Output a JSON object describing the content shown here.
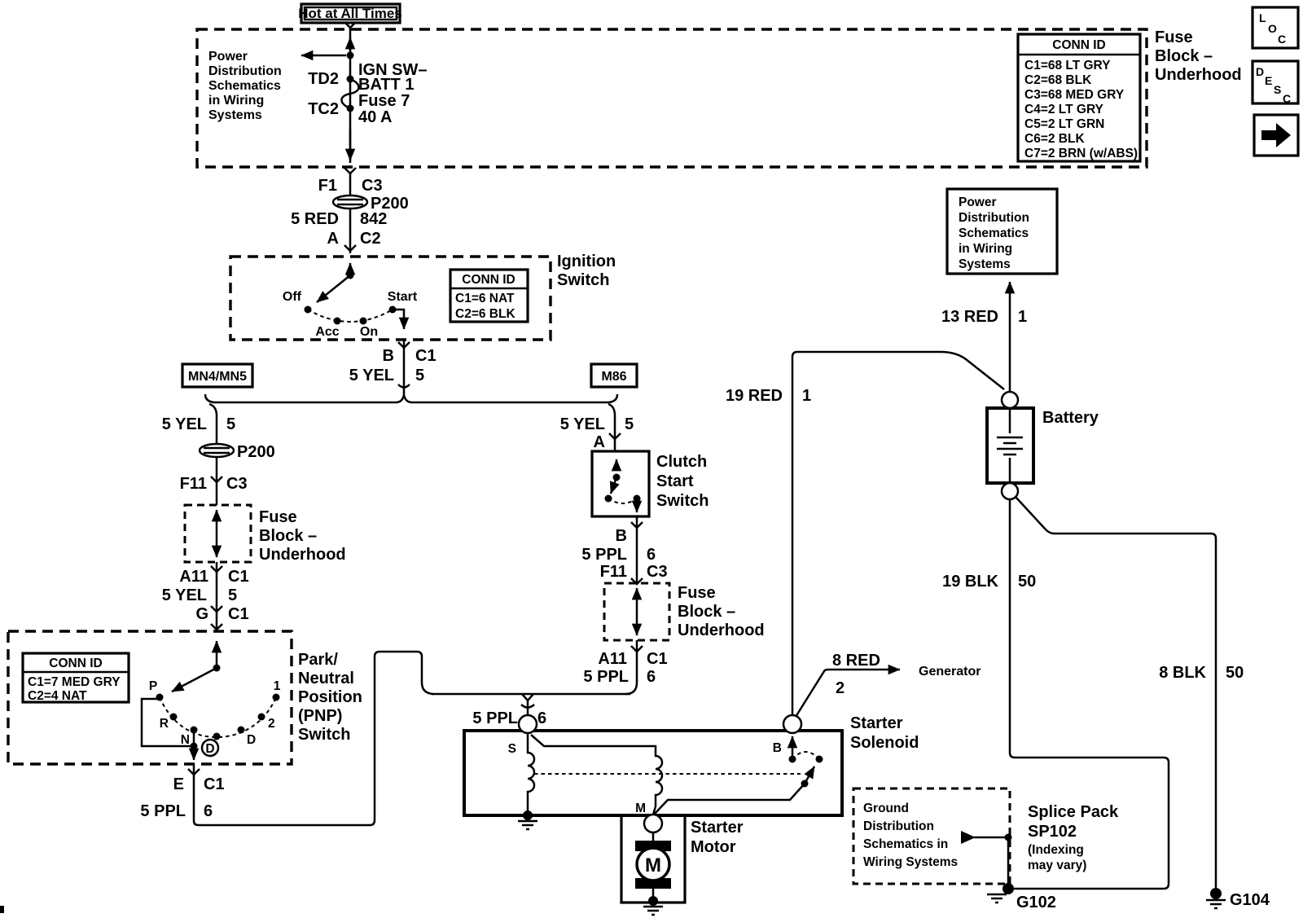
{
  "colors": {
    "ink": "#000000",
    "paper": "#ffffff"
  },
  "hot_tag": "Hot at All Times",
  "top_box": {
    "note": [
      "Power",
      "Distribution",
      "Schematics",
      "in Wiring",
      "Systems"
    ],
    "pin_top": "TD2",
    "pin_bot": "TC2",
    "fuse": [
      "IGN SW–",
      "BATT 1",
      "Fuse 7",
      "40 A"
    ],
    "conn_id": {
      "title": "CONN ID",
      "rows": [
        "C1=68 LT GRY",
        "C2=68 BLK",
        "C3=68 MED GRY",
        "C4=2 LT GRY",
        "C5=2 LT GRN",
        "C6=2 BLK",
        "C7=2 BRN (w/ABS)"
      ]
    },
    "label": [
      "Fuse",
      "Block –",
      "Underhood"
    ]
  },
  "nav_icons": {
    "loc": [
      "L",
      "O",
      "C"
    ],
    "desc": [
      "D",
      "E",
      "S",
      "C"
    ]
  },
  "feed": {
    "pin": "F1",
    "cav": "C3",
    "grommet": "P200",
    "wire": "5 RED",
    "circuit": "842",
    "pin2": "A",
    "cav2": "C2"
  },
  "ignition": {
    "label": [
      "Ignition",
      "Switch"
    ],
    "off": "Off",
    "acc": "Acc",
    "on": "On",
    "start": "Start",
    "conn_id": {
      "title": "CONN ID",
      "rows": [
        "C1=6 NAT",
        "C2=6 BLK"
      ]
    },
    "pin": "B",
    "cav": "C1",
    "wire": "5 YEL",
    "circuit": "5"
  },
  "tags": {
    "left": "MN4/MN5",
    "right": "M86"
  },
  "left_branch": {
    "wire1": "5 YEL",
    "ckt1": "5",
    "grommet": "P200",
    "pin_f": "F11",
    "cav_f": "C3",
    "block": [
      "Fuse",
      "Block –",
      "Underhood"
    ],
    "pin_a": "A11",
    "cav_a": "C1",
    "wire2": "5 YEL",
    "ckt2": "5",
    "pin_g": "G",
    "cav_g": "C1"
  },
  "pnp": {
    "conn_id": {
      "title": "CONN ID",
      "rows": [
        "C1=7 MED GRY",
        "C2=4 NAT"
      ]
    },
    "label": [
      "Park/",
      "Neutral",
      "Position",
      "(PNP)",
      "Switch"
    ],
    "p": "P",
    "r": "R",
    "n": "N",
    "d_sel": "D",
    "d": "D",
    "two": "2",
    "one": "1",
    "pin": "E",
    "cav": "C1",
    "wire": "5 PPL",
    "circuit": "6"
  },
  "right_branch": {
    "wire1": "5 YEL",
    "ckt1": "5",
    "pin_a": "A",
    "clutch": [
      "Clutch",
      "Start",
      "Switch"
    ],
    "pin_b": "B",
    "wire2": "5 PPL",
    "ckt2": "6",
    "pin_f": "F11",
    "cav_f": "C3",
    "block": [
      "Fuse",
      "Block –",
      "Underhood"
    ],
    "pin_a2": "A11",
    "cav_a2": "C1",
    "wire3": "5 PPL",
    "ckt3": "6"
  },
  "junction": {
    "wire": "5 PPL",
    "circuit": "6"
  },
  "solenoid": {
    "label": [
      "Starter",
      "Solenoid"
    ],
    "s": "S",
    "b": "B",
    "m": "M"
  },
  "motor": {
    "label": [
      "Starter",
      "Motor"
    ],
    "sym": "M"
  },
  "battery": {
    "label": "Battery"
  },
  "wires": {
    "w13": "13 RED",
    "c13": "1",
    "w19r": "19 RED",
    "c19r": "1",
    "w19b": "19 BLK",
    "c19b": "50",
    "w8r": "8 RED",
    "c8r": "2",
    "w8b": "8 BLK",
    "c8b": "50"
  },
  "generator": "Generator",
  "power_note": [
    "Power",
    "Distribution",
    "Schematics",
    "in Wiring",
    "Systems"
  ],
  "ground_note": [
    "Ground",
    "Distribution",
    "Schematics in",
    "Wiring Systems"
  ],
  "splice": [
    "Splice Pack",
    "SP102",
    "(Indexing",
    "may vary)"
  ],
  "g102": "G102",
  "g104": "G104"
}
